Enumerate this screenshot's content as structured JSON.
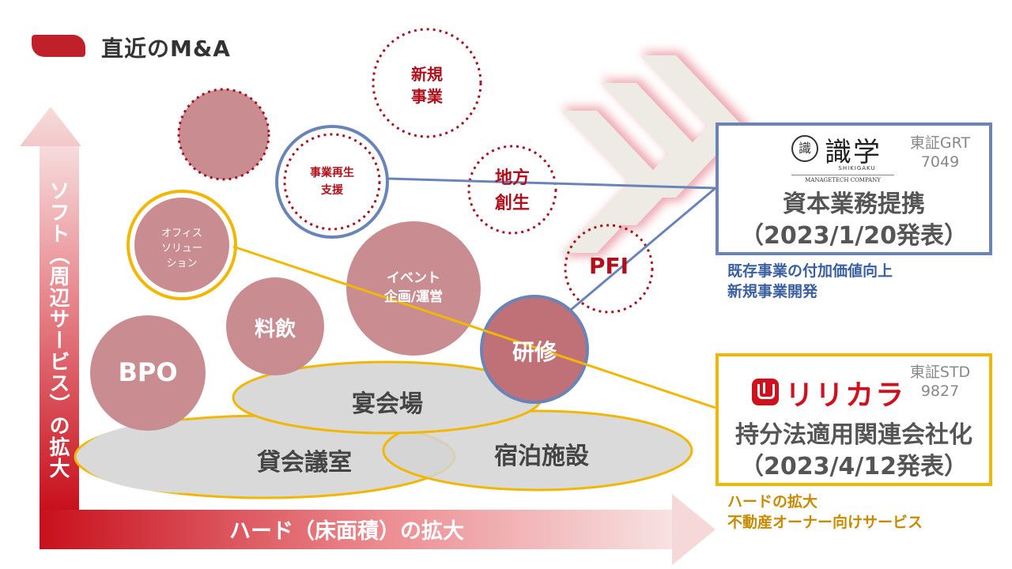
{
  "title": "直近のM&A",
  "axes": {
    "vertical": "ソフト（周辺サービス）の拡大",
    "horizontal": "ハード（床面積）の拡大"
  },
  "circles": {
    "new_business": [
      "新規",
      "事業"
    ],
    "revitalization": [
      "事業再生",
      "支援"
    ],
    "regional": [
      "地方",
      "創生"
    ],
    "pfi": "PFI",
    "office": [
      "オフィス",
      "ソリュー",
      "ション"
    ],
    "event": [
      "イベント",
      "企画/運営"
    ],
    "food": "料飲",
    "training": "研修",
    "bpo": "BPO"
  },
  "facilities": {
    "banquet": "宴会場",
    "conference": "貸会議室",
    "lodging": "宿泊施設"
  },
  "shikigaku": {
    "logo_main": "識学",
    "logo_seal": "識",
    "logo_sub1": "SHIKIGAKU",
    "logo_sub2": "MANAGETECH COMPANY",
    "market": "東証GRT",
    "code": "7049",
    "relation": "資本業務提携",
    "date": "（2023/1/20発表）",
    "notes": [
      "既存事業の付加価値向上",
      "新規事業開発"
    ]
  },
  "ririkara": {
    "logo_text": "リリカラ",
    "market": "東証STD",
    "code": "9827",
    "relation": "持分法適用関連会社化",
    "date": "（2023/4/12発表）",
    "notes": [
      "ハードの拡大",
      "不動産オーナー向けサービス"
    ]
  },
  "colors": {
    "accent_red": "#c0202a",
    "circle_fill": "#c98c90",
    "dotted_red": "#a8121e",
    "blue": "#6b84b8",
    "yellow": "#f2b705",
    "note_blue": "#3a5fa0",
    "note_yellow": "#c88a00"
  }
}
